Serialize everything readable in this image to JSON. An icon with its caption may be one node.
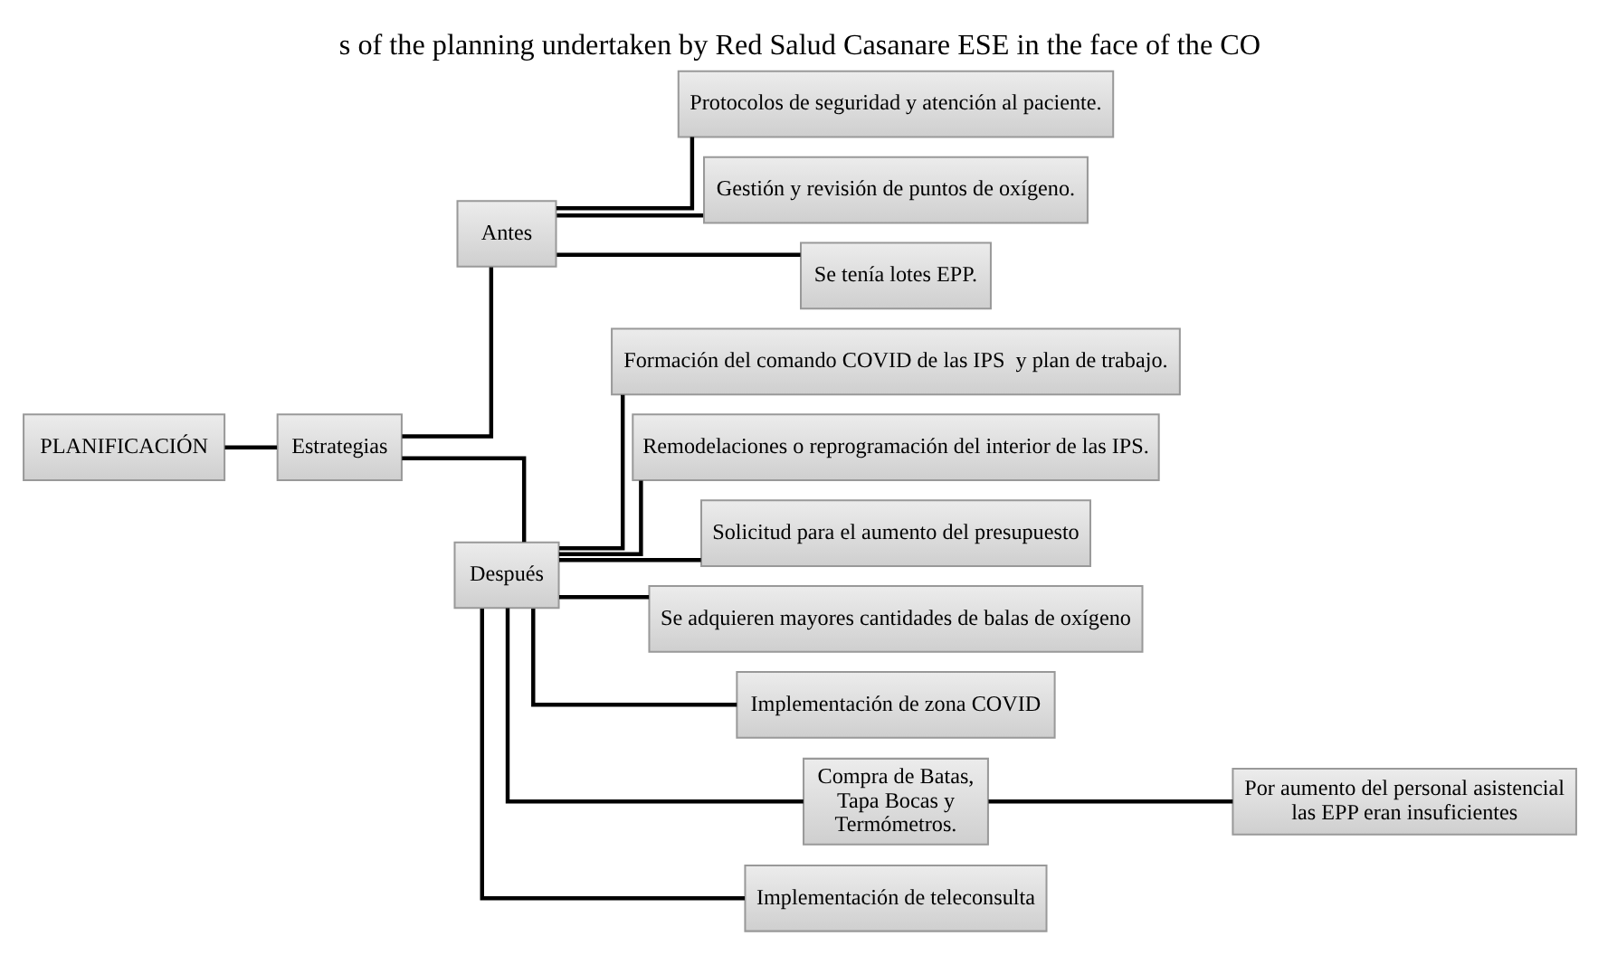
{
  "diagram": {
    "title": "s of the planning undertaken by Red Salud Casanare ESE in the face of the CO",
    "nodes": [
      {
        "text": [
          "PLANIFICACIÓN"
        ]
      },
      {
        "text": [
          "Estrategias"
        ]
      },
      {
        "text": [
          "Antes"
        ]
      },
      {
        "text": [
          "Protocolos de seguridad y atención al paciente."
        ]
      },
      {
        "text": [
          "Gestión y revisión de puntos de oxígeno."
        ]
      },
      {
        "text": [
          "Se tenía lotes EPP."
        ]
      },
      {
        "text": [
          "Después"
        ]
      },
      {
        "text": [
          "Formación del comando COVID de las IPS  y plan de trabajo."
        ]
      },
      {
        "text": [
          "Remodelaciones o reprogramación del interior de las IPS."
        ]
      },
      {
        "text": [
          "Solicitud para el aumento del presupuesto"
        ]
      },
      {
        "text": [
          "Se adquieren mayores cantidades de balas de oxígeno"
        ]
      },
      {
        "text": [
          "Implementación de zona COVID"
        ]
      },
      {
        "text": [
          "Compra de Batas, Tapa Bocas y Termómetros."
        ]
      },
      {
        "text": [
          "Por aumento del personal asistencial las EPP eran insuficientes"
        ]
      },
      {
        "text": [
          "Implementación de teleconsulta"
        ]
      }
    ],
    "edges": [
      {
        "from": 0,
        "to": 1,
        "arrow": "none"
      },
      {
        "from": 1,
        "to": 2,
        "arrow": "none"
      },
      {
        "from": 1,
        "to": 6,
        "arrow": "none"
      },
      {
        "from": 2,
        "to": 3,
        "arrow": "none"
      },
      {
        "from": 2,
        "to": 4,
        "arrow": "none"
      },
      {
        "from": 2,
        "to": 5,
        "arrow": "none"
      },
      {
        "from": 6,
        "to": 7,
        "arrow": "none"
      },
      {
        "from": 6,
        "to": 8,
        "arrow": "none"
      },
      {
        "from": 6,
        "to": 9,
        "arrow": "none"
      },
      {
        "from": 6,
        "to": 10,
        "arrow": "none"
      },
      {
        "from": 6,
        "to": 11,
        "arrow": "none"
      },
      {
        "from": 6,
        "to": 12,
        "arrow": "none"
      },
      {
        "from": 12,
        "to": 13,
        "arrow": "none"
      },
      {
        "from": 6,
        "to": 14,
        "arrow": "none"
      }
    ]
  }
}
